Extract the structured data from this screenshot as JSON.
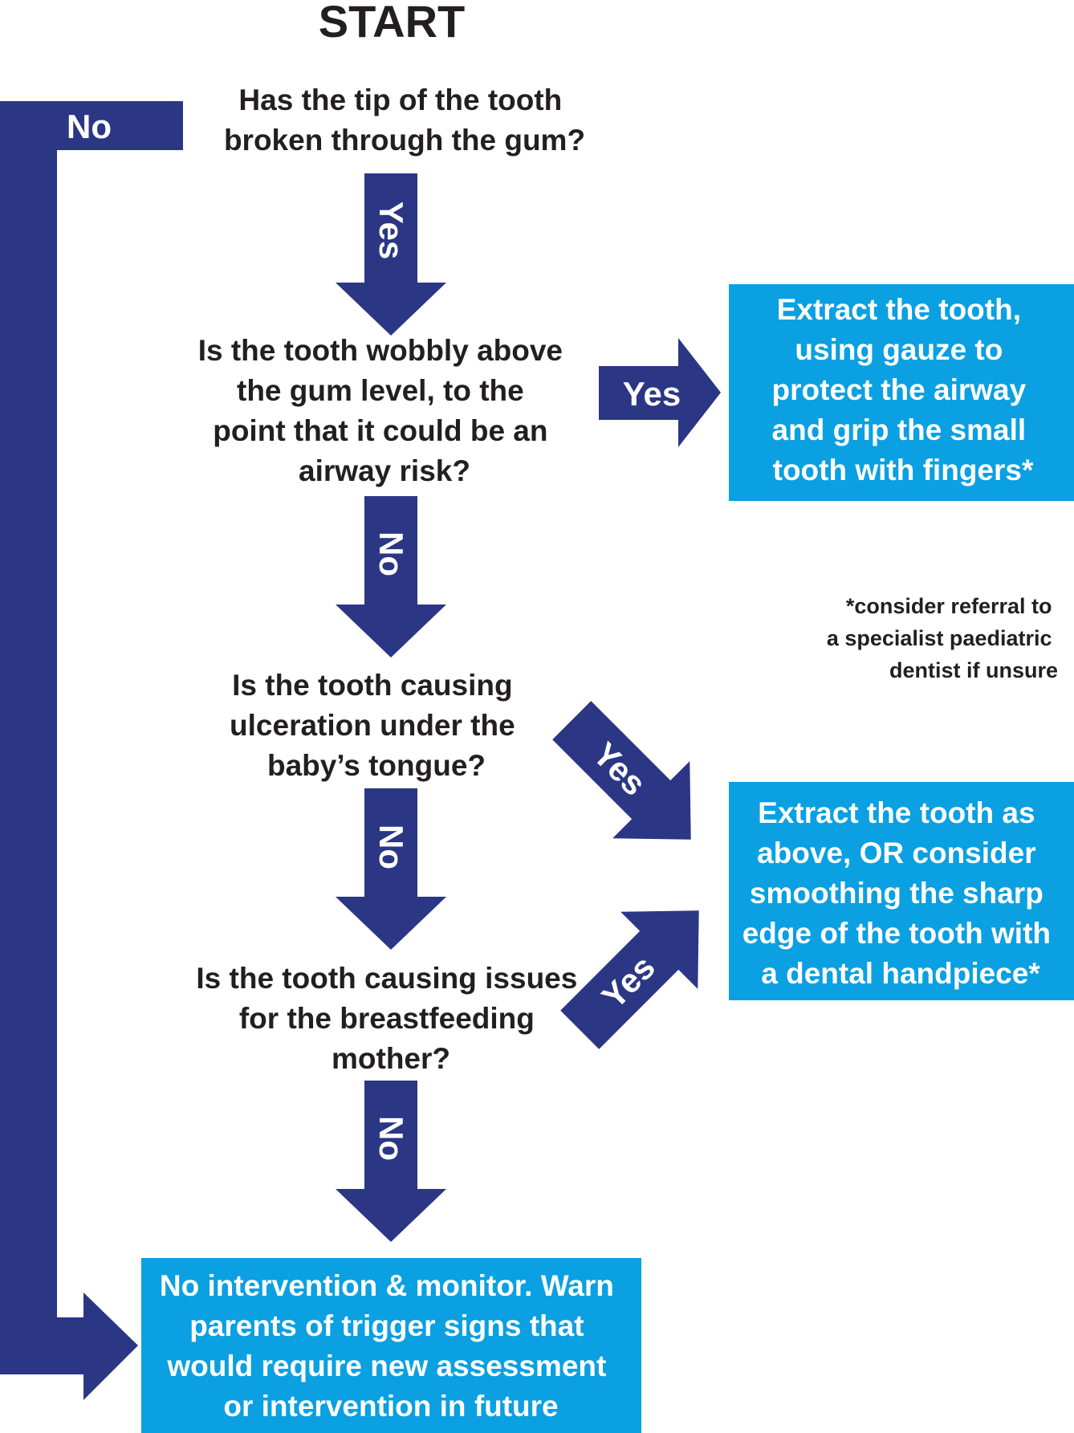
{
  "colors": {
    "arrow": "#2b3684",
    "box": "#0aa0e2",
    "box_text": "#ffffff",
    "text": "#231f20",
    "background": "#ffffff"
  },
  "start": "START",
  "questions": {
    "q1": [
      "Has the tip of the tooth",
      "broken through the gum?"
    ],
    "q2": [
      "Is the tooth wobbly above",
      "the gum level, to the",
      "point that it could be an",
      "airway risk?"
    ],
    "q3": [
      "Is the tooth causing",
      "ulceration under the",
      "baby’s tongue?"
    ],
    "q4": [
      "Is the tooth causing issues",
      "for the breastfeeding",
      "mother?"
    ]
  },
  "outcomes": {
    "extract": [
      "Extract the tooth,",
      "using gauze to",
      "protect the airway",
      "and grip the small",
      "tooth with fingers*"
    ],
    "smooth": [
      "Extract the tooth as",
      "above, OR consider",
      "smoothing the sharp",
      "edge of the tooth with",
      "a dental handpiece*"
    ],
    "monitor": [
      "No intervention & monitor. Warn",
      "parents of trigger signs that",
      "would require new assessment",
      "or intervention in future"
    ]
  },
  "note": [
    "*consider referral to",
    "a specialist paediatric",
    "dentist if unsure"
  ],
  "labels": {
    "q1_no": "No",
    "q1_yes": "Yes",
    "q2_yes": "Yes",
    "q2_no": "No",
    "q3_yes": "Yes",
    "q3_no": "No",
    "q4_yes": "Yes",
    "q4_no": "No"
  }
}
